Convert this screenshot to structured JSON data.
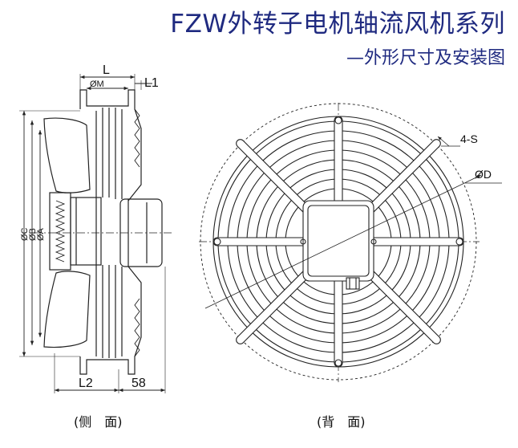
{
  "title": "FZW外转子电机轴流风机系列",
  "subtitle": "—外形尺寸及安装图",
  "dimensions": {
    "L": "L",
    "L1": "L1",
    "M": "ØM",
    "L2": "L2",
    "fixed_58": "58",
    "C": "ØC",
    "B": "ØB",
    "A": "ØA",
    "D": "ØD",
    "holes": "4-S"
  },
  "views": {
    "side": "(侧　面)",
    "back": "(背　面)"
  },
  "colors": {
    "title": "#1f2a80",
    "line": "#222222"
  }
}
